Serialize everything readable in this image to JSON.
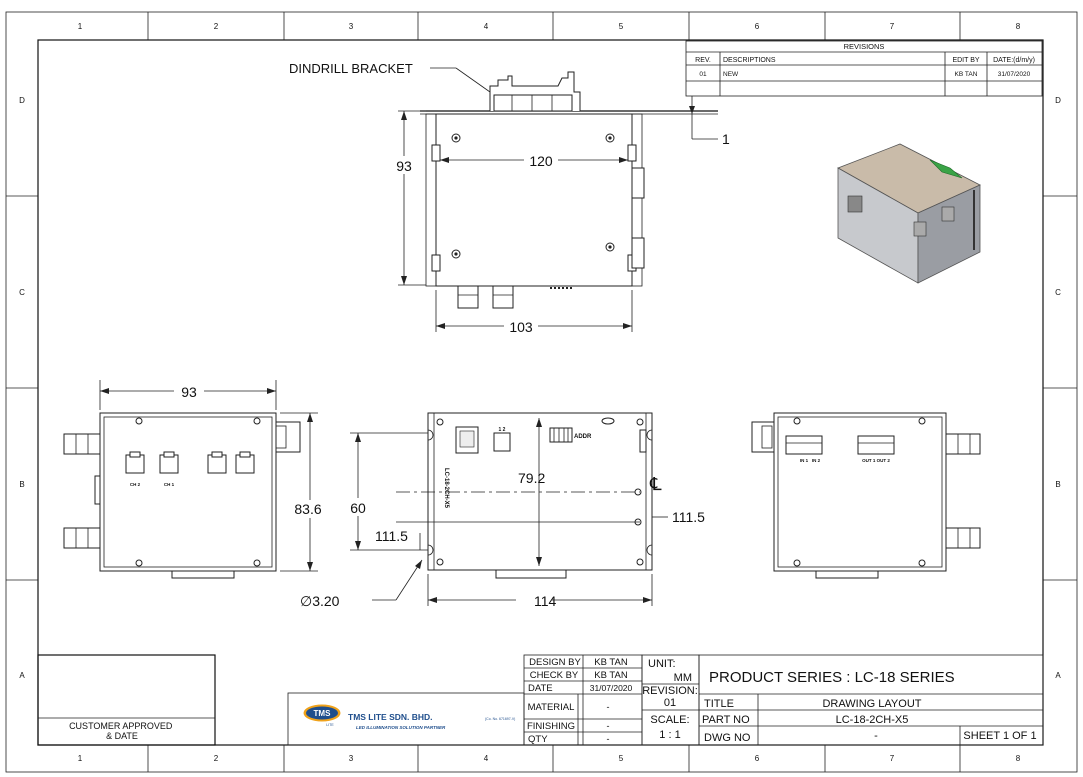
{
  "frame": {
    "col_labels": [
      "1",
      "2",
      "3",
      "4",
      "5",
      "6",
      "7",
      "8"
    ],
    "row_labels": [
      "D",
      "C",
      "B",
      "A"
    ]
  },
  "revisions": {
    "title": "REVISIONS",
    "headers": {
      "rev": "REV.",
      "desc": "DESCRIPTIONS",
      "edit": "EDIT BY",
      "date": "DATE:(d/m/y)"
    },
    "rows": [
      {
        "rev": "01",
        "desc": "NEW",
        "edit": "KB TAN",
        "date": "31/07/2020"
      }
    ]
  },
  "callouts": {
    "bracket": "DINDRILL BRACKET",
    "rev_marker": "1",
    "hole": "∅3.20",
    "centerline": "℄"
  },
  "dims": {
    "top_height": "93",
    "top_width": "120",
    "top_bottom": "103",
    "left_width": "93",
    "left_height": "83.6",
    "front_60": "60",
    "front_79": "79.2",
    "front_111_left": "111.5",
    "front_111_right": "111.5",
    "front_114": "114"
  },
  "panel_labels": {
    "ch2": "CH 2",
    "ch1": "CH 1",
    "in1": "IN 1",
    "in2": "IN 2",
    "out": "OUT 1 OUT 2",
    "addr": "ADDR",
    "model_side": "LC-18-2CH-X5",
    "jack_nums": "1  2"
  },
  "titleblock": {
    "customer": "CUSTOMER APPROVED\n& DATE",
    "company": "TMS LITE SDN. BHD.",
    "company_reg": "(Co. No. 671697-V)",
    "tagline": "LED ILLUMINATION SOLUTION PARTNER",
    "logo": "TMS",
    "logo_sub": "LITE",
    "design_by_label": "DESIGN BY",
    "design_by": "KB TAN",
    "check_by_label": "CHECK BY",
    "check_by": "KB TAN",
    "date_label": "DATE",
    "date": "31/07/2020",
    "material_label": "MATERIAL",
    "material": "-",
    "finishing_label": "FINISHING",
    "finishing": "-",
    "qty_label": "QTY",
    "qty": "-",
    "unit_label": "UNIT:",
    "unit": "MM",
    "revision_label": "REVISION:",
    "revision": "01",
    "scale_label": "SCALE:",
    "scale": "1 : 1",
    "product": "PRODUCT SERIES : LC-18 SERIES",
    "title_label": "TITLE",
    "title": "DRAWING LAYOUT",
    "partno_label": "PART NO",
    "partno": "LC-18-2CH-X5",
    "dwgno_label": "DWG NO",
    "dwgno": "-",
    "sheet": "SHEET 1 OF 1"
  }
}
